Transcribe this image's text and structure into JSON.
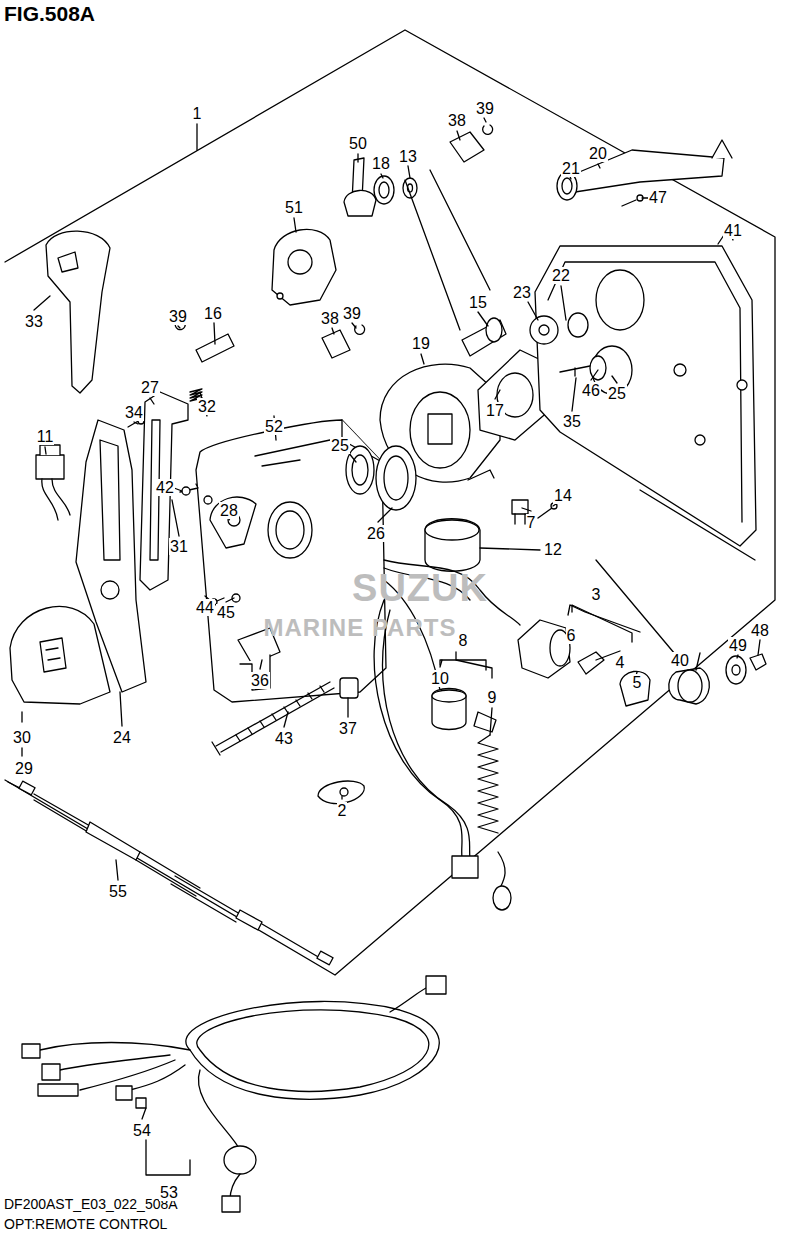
{
  "diagram": {
    "title": "FIG.508A",
    "caption": "DF200AST_E03_022_508A",
    "labels": [
      "1",
      "50",
      "18",
      "13",
      "38",
      "39",
      "20",
      "21",
      "47",
      "51",
      "41",
      "22",
      "23",
      "33",
      "39",
      "16",
      "38",
      "39",
      "15",
      "19",
      "27",
      "32",
      "34",
      "46",
      "25",
      "17",
      "35",
      "11",
      "52",
      "25",
      "26",
      "7",
      "14",
      "42",
      "28",
      "12",
      "31",
      "3",
      "6",
      "44",
      "45",
      "8",
      "4",
      "5",
      "40",
      "49",
      "48",
      "36",
      "10",
      "9",
      "30",
      "24",
      "37",
      "43",
      "29",
      "2",
      "55",
      "54",
      "53",
      "SUZUK",
      "MARINE PARTS",
      "OPT:REMOTE CONTROL"
    ]
  }
}
